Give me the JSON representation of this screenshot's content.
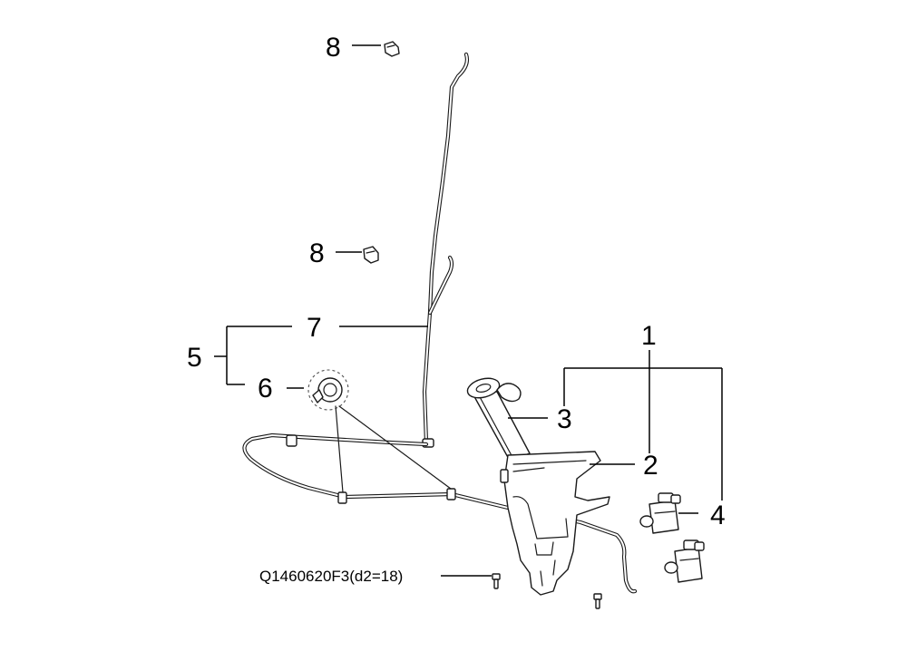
{
  "callouts": {
    "c1": "1",
    "c2": "2",
    "c3": "3",
    "c4": "4",
    "c5": "5",
    "c6": "6",
    "c7": "7",
    "c8a": "8",
    "c8b": "8"
  },
  "part_number_label": "Q1460620F3(d2=18)"
}
